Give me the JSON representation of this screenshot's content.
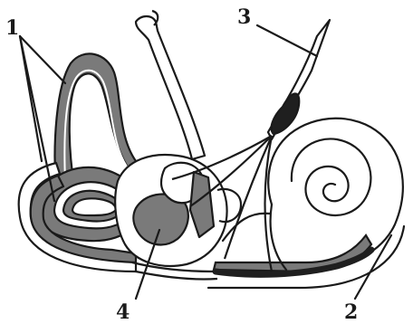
{
  "diagram": {
    "labels": {
      "semicircular_canals": "1",
      "cochlea": "2",
      "nerve": "3",
      "vestibule": "4"
    },
    "colors": {
      "ink": "#1a1a1a",
      "shade": "#7a7a7a",
      "dark": "#1f1f1f",
      "paper": "#ffffff"
    }
  }
}
